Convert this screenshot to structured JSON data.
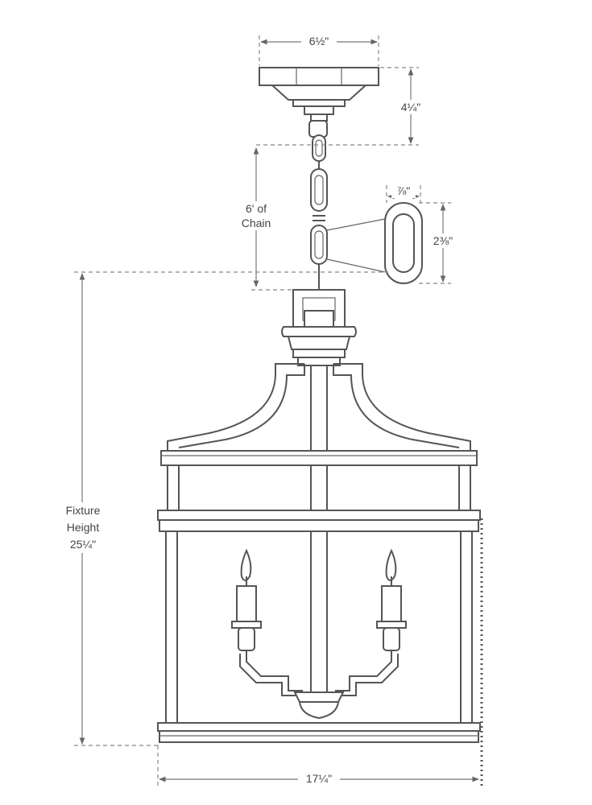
{
  "dimensions": {
    "canopy_width": "6½\"",
    "canopy_height": "4¼\"",
    "chain_length": "6' of\nChain",
    "link_width": "⅞\"",
    "link_height": "2⅜\"",
    "fixture_height": "Fixture\nHeight\n25¼\"",
    "fixture_width": "17¼\""
  }
}
